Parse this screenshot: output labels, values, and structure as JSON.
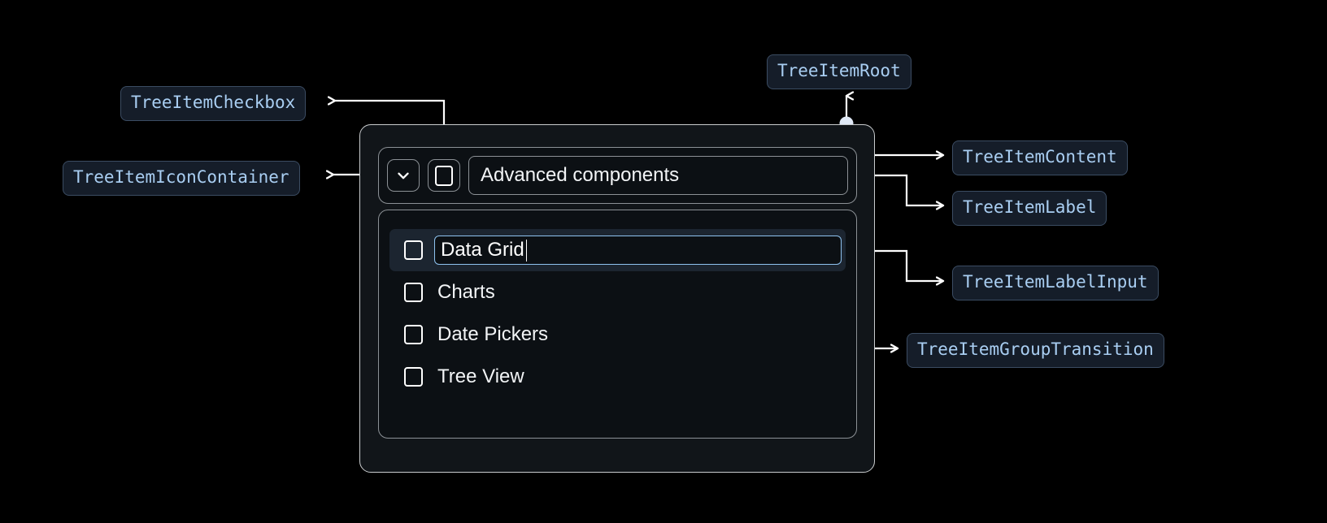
{
  "annotations": [
    {
      "id": "tree-item-checkbox",
      "label": "TreeItemCheckbox"
    },
    {
      "id": "tree-item-icon-container",
      "label": "TreeItemIconContainer"
    },
    {
      "id": "tree-item-root",
      "label": "TreeItemRoot"
    },
    {
      "id": "tree-item-content",
      "label": "TreeItemContent"
    },
    {
      "id": "tree-item-label",
      "label": "TreeItemLabel"
    },
    {
      "id": "tree-item-label-input",
      "label": "TreeItemLabelInput"
    },
    {
      "id": "tree-item-group-transition",
      "label": "TreeItemGroupTransition"
    }
  ],
  "tree": {
    "parent": {
      "label": "Advanced components",
      "expand_icon": "chevron-down-icon",
      "checkbox_checked": false
    },
    "children": [
      {
        "label": "Data Grid",
        "editing": true,
        "checkbox_checked": false
      },
      {
        "label": "Charts",
        "editing": false,
        "checkbox_checked": false
      },
      {
        "label": "Date Pickers",
        "editing": false,
        "checkbox_checked": false
      },
      {
        "label": "Tree View",
        "editing": false,
        "checkbox_checked": false
      }
    ]
  },
  "colors": {
    "background": "#000000",
    "chip_fill": "#151d29",
    "chip_border": "#3b4c62",
    "chip_text": "#a9cef2",
    "root_fill": "#111519",
    "panel_fill": "#0c1014",
    "panel_border": "#8c9196",
    "row_selected_fill": "#1c2530",
    "input_border": "#8ec2ef",
    "wire": "#ffffff",
    "dot": "#dfe8f5"
  }
}
